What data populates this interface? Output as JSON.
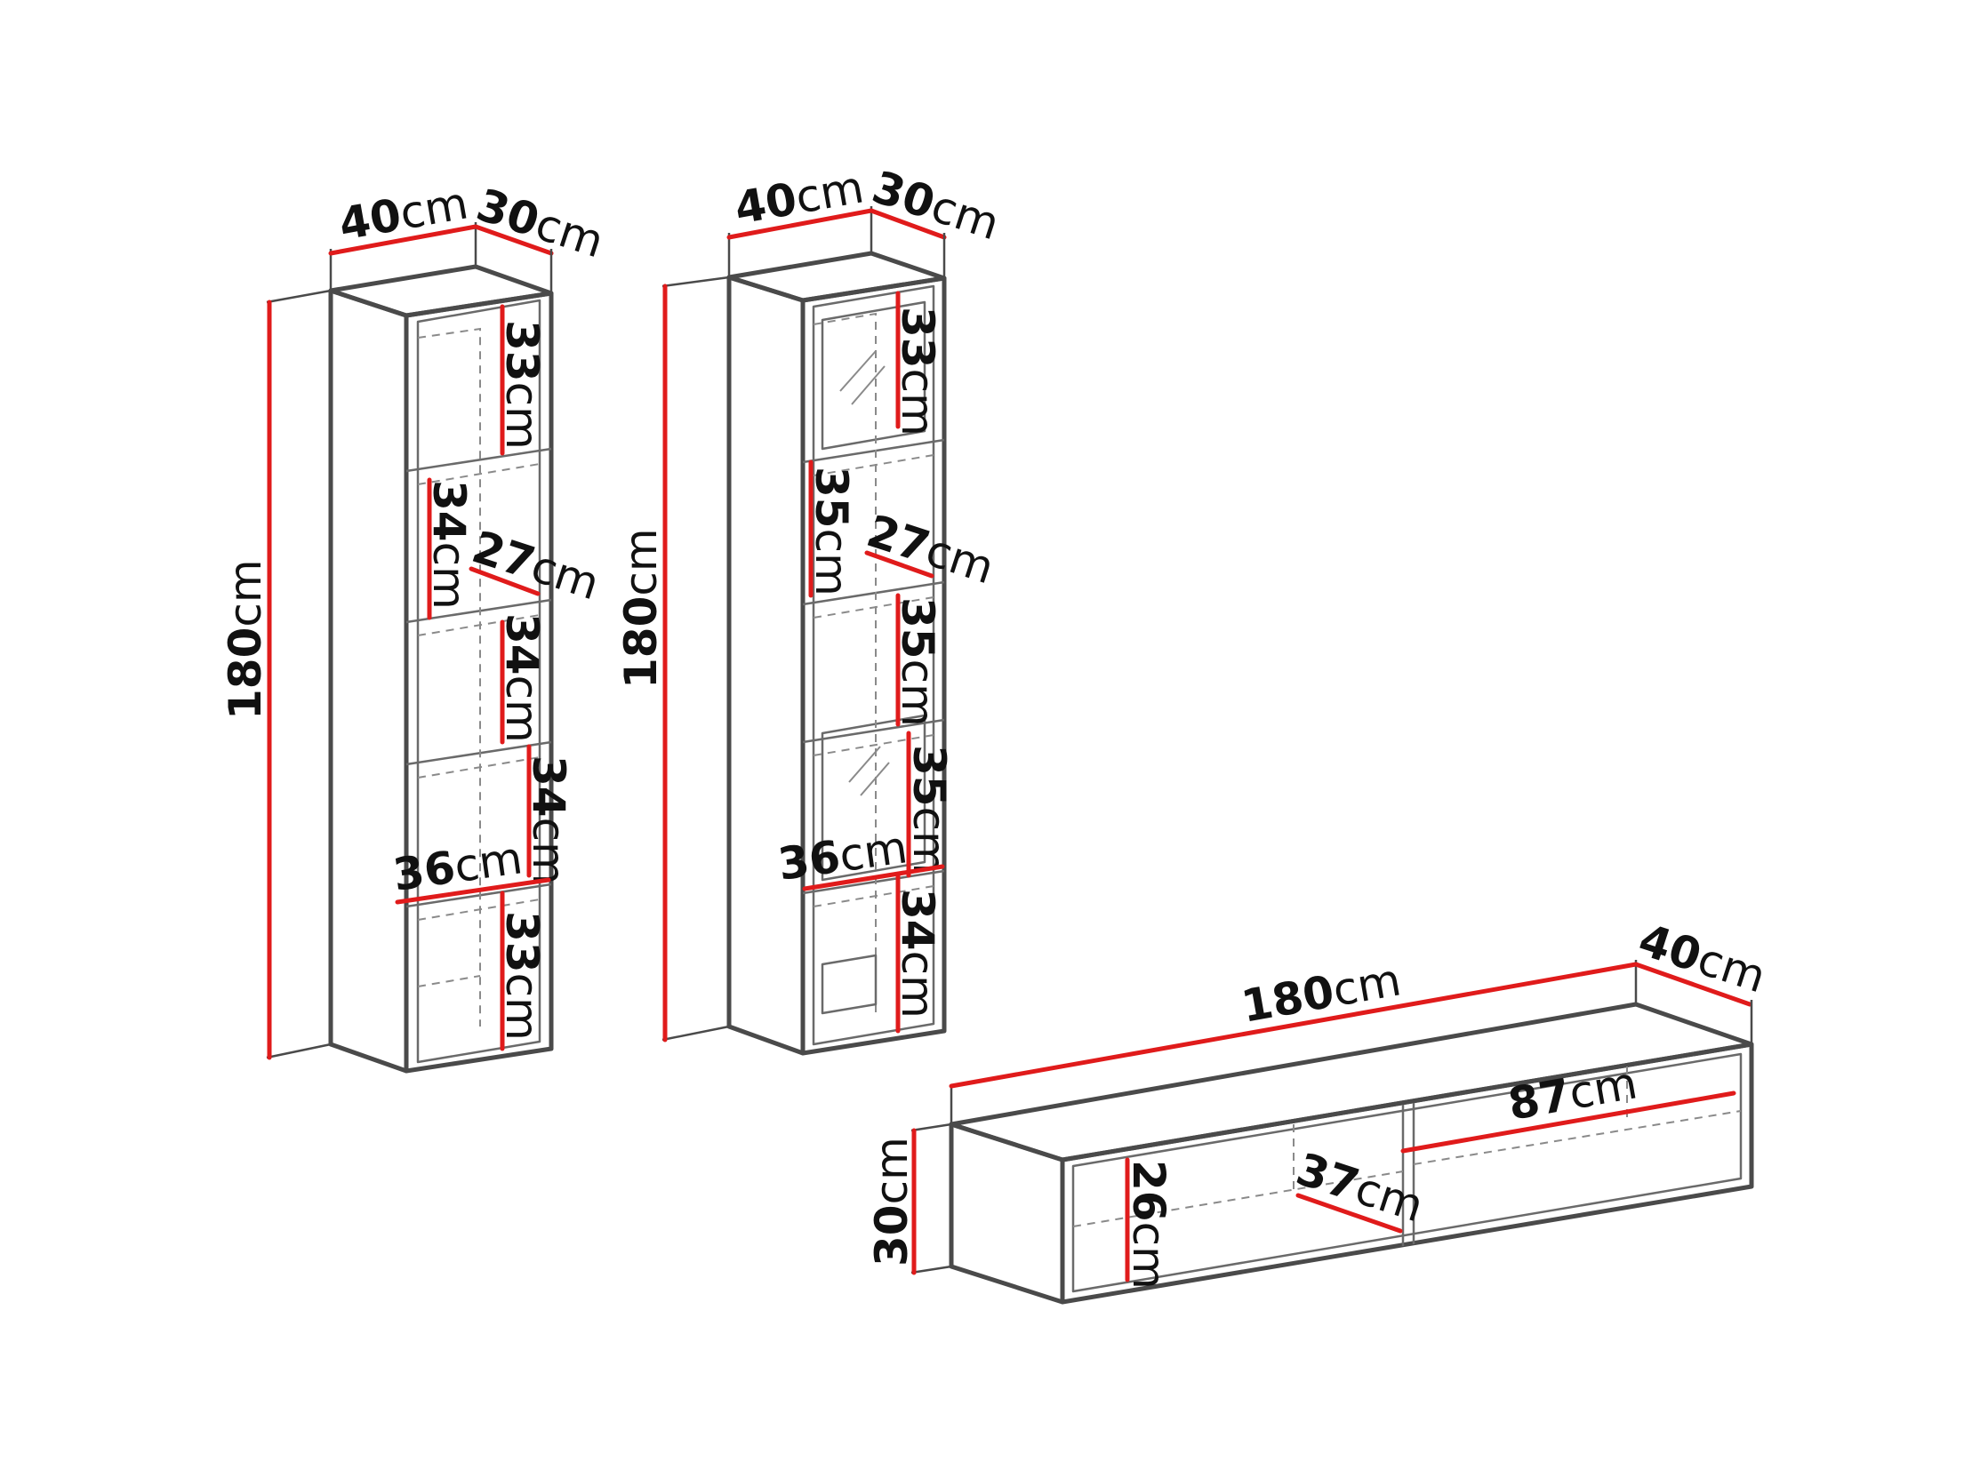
{
  "colors": {
    "dimension_line": "#e01b1b",
    "outline": "#4a4a4a",
    "text": "#111111"
  },
  "unit": "cm",
  "cabinet_left": {
    "width": "40",
    "depth": "30",
    "height": "180",
    "shelf_1": "33",
    "shelf_2": "34",
    "shelf_3": "34",
    "shelf_4": "34",
    "shelf_5": "33",
    "inner_depth": "27",
    "inner_width": "36"
  },
  "cabinet_middle": {
    "width": "40",
    "depth": "30",
    "height": "180",
    "shelf_1": "33",
    "shelf_2": "35",
    "shelf_3": "35",
    "shelf_4": "35",
    "shelf_5": "34",
    "inner_depth": "27",
    "inner_width": "36"
  },
  "tv_unit": {
    "width": "180",
    "depth": "40",
    "height": "30",
    "inner_height": "26",
    "inner_depth": "37",
    "compartment_width": "87"
  }
}
